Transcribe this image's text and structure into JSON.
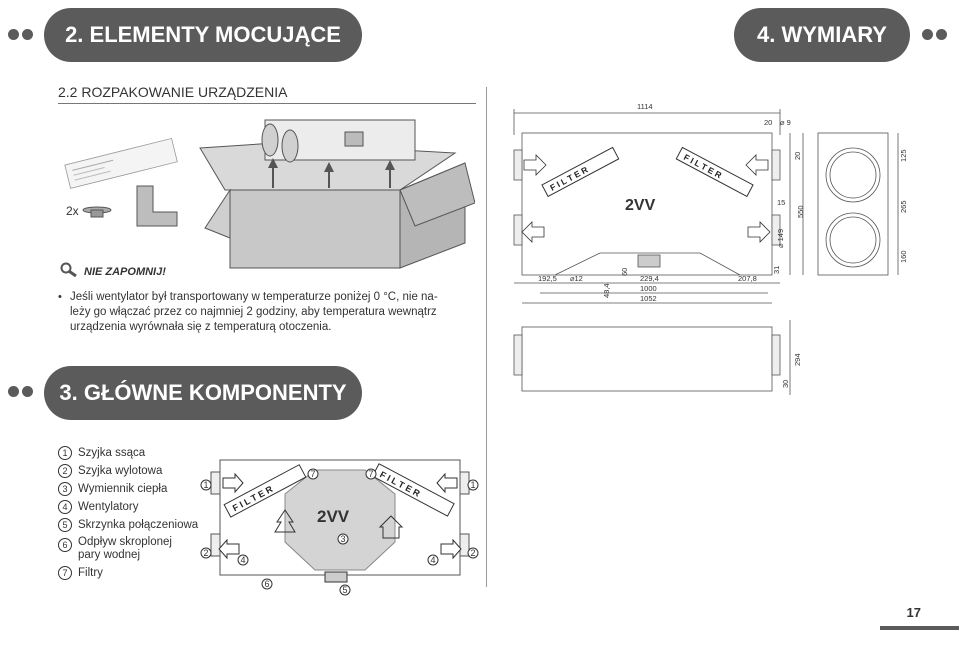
{
  "header": {
    "left_title": "2. ELEMENTY MOCUJĄCE",
    "right_title": "4. WYMIARY"
  },
  "section_unpack": {
    "title": "2.2 ROZPAKOWANIE URZĄDZENIA",
    "qty_label": "2x",
    "note_title": "NIE ZAPOMNIJ!",
    "note_lines": [
      "Jeśli wentylator był transportowany w temperaturze poniżej 0 °C, nie na-",
      "leży go włączać przez co najmniej 2 godziny, aby temperatura wewnątrz",
      "urządzenia wyrównała się z temperaturą otoczenia."
    ]
  },
  "section_components": {
    "title": "3. GŁÓWNE KOMPONENTY",
    "items": [
      {
        "num": "1",
        "label": "Szyjka ssąca"
      },
      {
        "num": "2",
        "label": "Szyjka wylotowa"
      },
      {
        "num": "3",
        "label": "Wymiennik ciepła"
      },
      {
        "num": "4",
        "label": "Wentylatory"
      },
      {
        "num": "5",
        "label": "Skrzynka połączeniowa"
      },
      {
        "num": "6",
        "label": "Odpływ skroplonej pary wodnej"
      },
      {
        "num": "7",
        "label": "Filtry"
      }
    ]
  },
  "dimensions": {
    "d1114": "1114",
    "d20a": "20",
    "d9": "⌀ 9",
    "d20b": "20",
    "d125": "125",
    "d15": "15",
    "d550": "550",
    "d265": "265",
    "d149": "⌀ 149",
    "d160": "160",
    "d31": "31",
    "d60": "60",
    "d192": "192,5",
    "d12": "⌀12",
    "d484": "48,4",
    "d229": "229,4",
    "d207": "207,8",
    "d1000": "1000",
    "d1052": "1052",
    "d294": "294",
    "d30": "30",
    "filter_text": "F I L T E R",
    "logo": "2VV"
  },
  "page_number": "17"
}
